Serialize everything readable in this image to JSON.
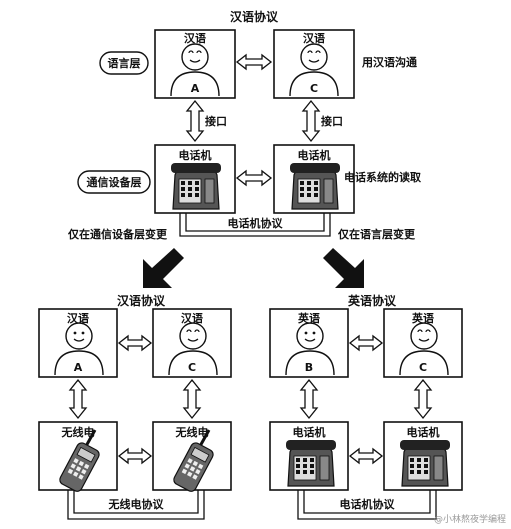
{
  "top": {
    "protocol_title": "汉语协议",
    "left_person": {
      "header": "汉语",
      "letter": "A"
    },
    "right_person": {
      "header": "汉语",
      "letter": "C"
    },
    "layer_language": "语言层",
    "layer_device": "通信设备层",
    "right_language_note": "用汉语沟通",
    "interface_left": "接口",
    "interface_right": "接口",
    "left_device": "电话机",
    "right_device": "电话机",
    "right_device_note": "电话系统的读取",
    "device_protocol": "电话机协议"
  },
  "branches": {
    "left_caption": "仅在通信设备层变更",
    "right_caption": "仅在语言层变更"
  },
  "bottom_left": {
    "protocol_title": "汉语协议",
    "left_person": {
      "header": "汉语",
      "letter": "A"
    },
    "right_person": {
      "header": "汉语",
      "letter": "C"
    },
    "left_device": "无线电",
    "right_device": "无线电",
    "device_protocol": "无线电协议"
  },
  "bottom_right": {
    "protocol_title": "英语协议",
    "left_person": {
      "header": "英语",
      "letter": "B"
    },
    "right_person": {
      "header": "英语",
      "letter": "C"
    },
    "left_device": "电话机",
    "right_device": "电话机",
    "device_protocol": "电话机协议"
  },
  "watermark": "@小林熬夜学编程"
}
